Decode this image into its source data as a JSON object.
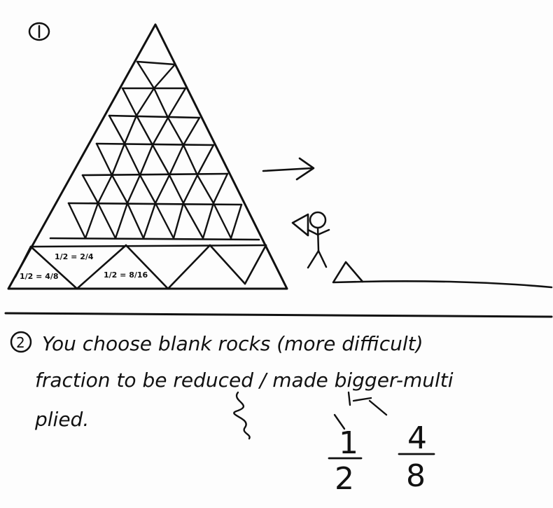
{
  "step1": {
    "marker": "1"
  },
  "pyramid_labels": {
    "top": "1/2 = 2/4",
    "bottom_left": "1/2 = 4/8",
    "bottom_right": "1/2 = 8/16"
  },
  "step2": {
    "marker": "2",
    "line1": "You choose blank rocks (more difficult)",
    "line1_scribble": "(",
    "line2": "fraction to be reduced / made bigger-multi",
    "line3": "plied."
  },
  "fractions": {
    "left_num": "1",
    "left_den": "2",
    "right_num": "4",
    "right_den": "8"
  }
}
